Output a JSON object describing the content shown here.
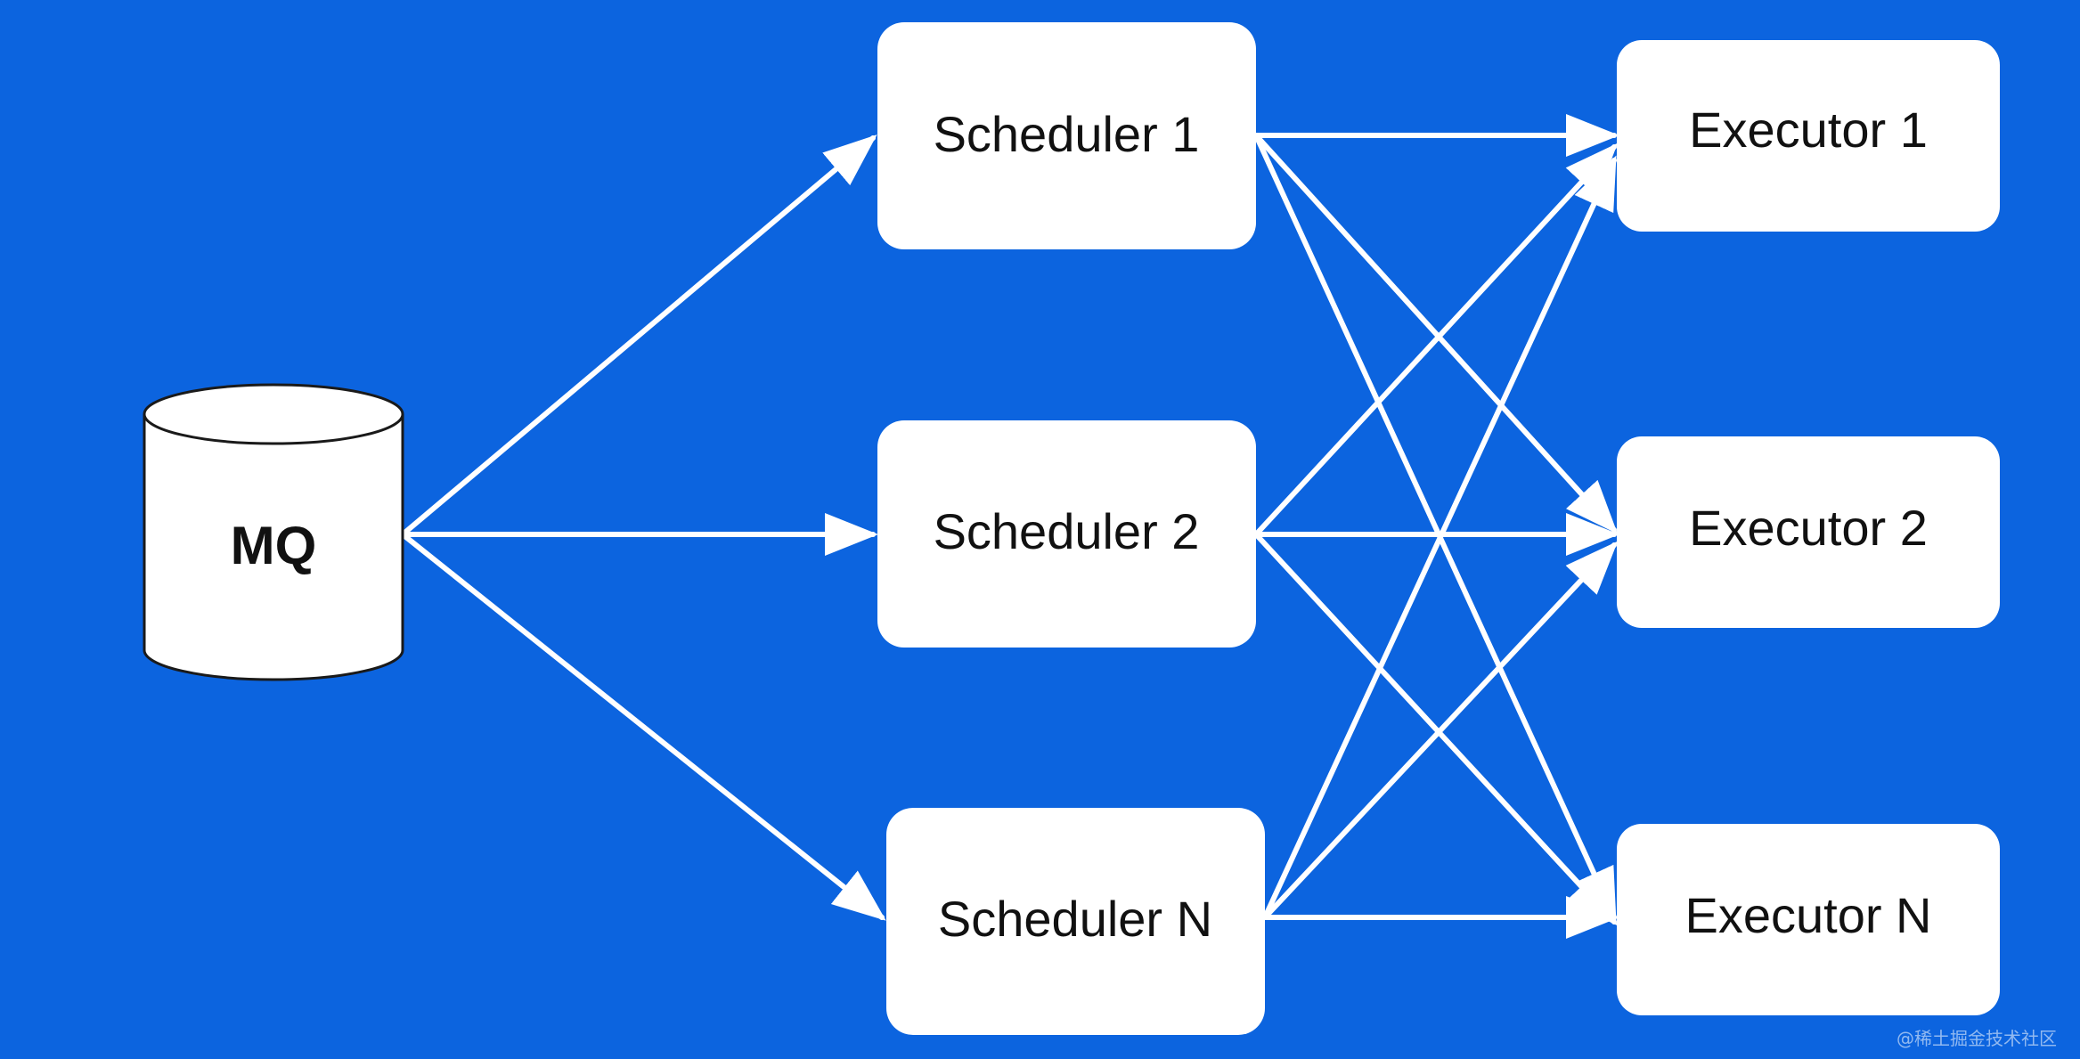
{
  "diagram": {
    "source": {
      "label": "MQ"
    },
    "schedulers": [
      {
        "label": "Scheduler 1"
      },
      {
        "label": "Scheduler 2"
      },
      {
        "label": "Scheduler N"
      }
    ],
    "executors": [
      {
        "label": "Executor 1"
      },
      {
        "label": "Executor 2"
      },
      {
        "label": "Executor N"
      }
    ]
  },
  "watermark": "@稀土掘金技术社区",
  "colors": {
    "background": "#0c64df",
    "node_fill": "#ffffff",
    "arrow": "#ffffff",
    "text": "#111111"
  }
}
